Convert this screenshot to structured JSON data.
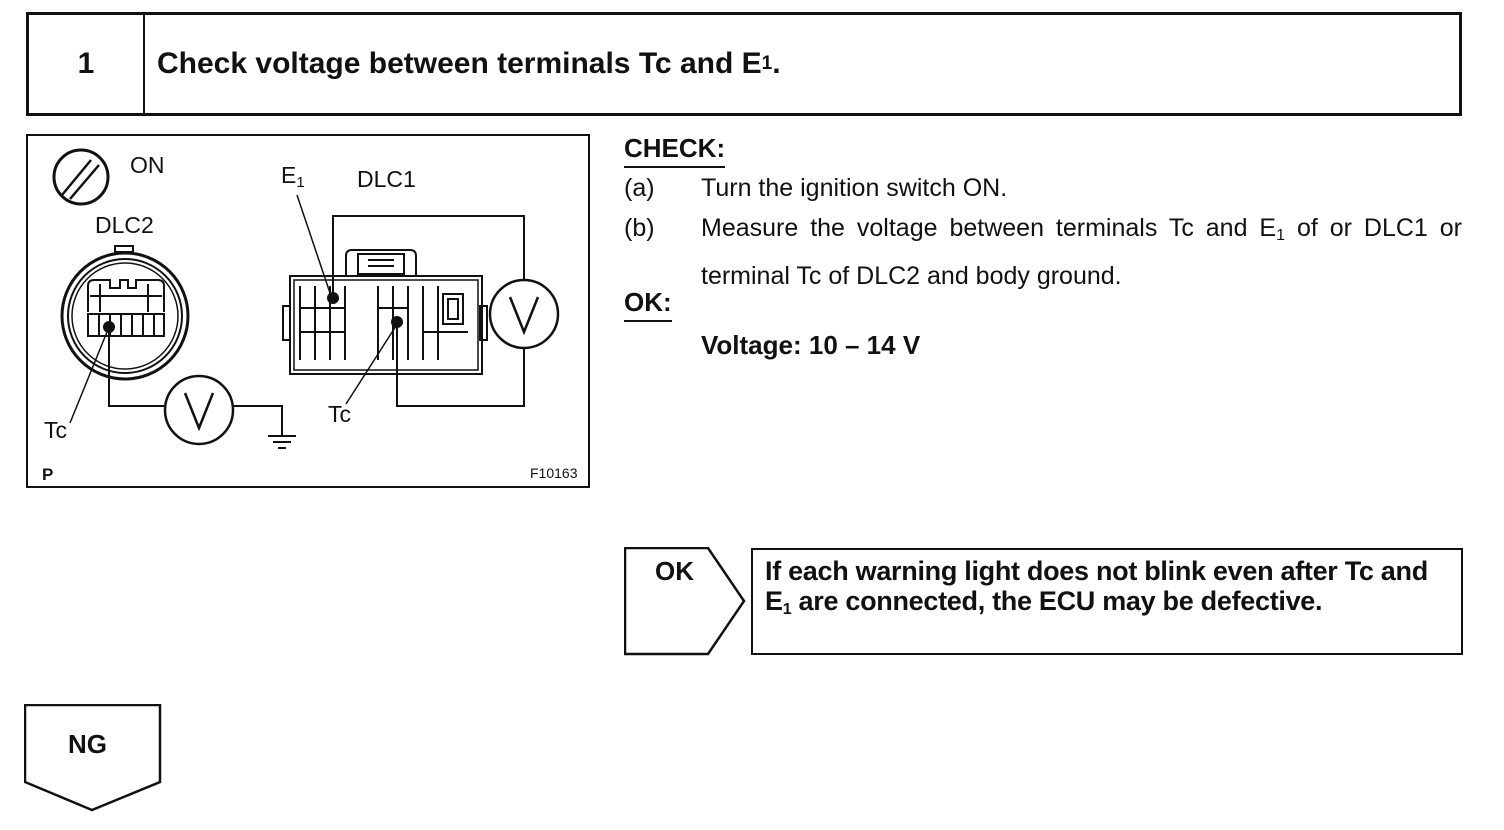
{
  "step": {
    "number": "1",
    "title_main": "Check voltage between terminals Tc and E",
    "title_sub": "1",
    "title_end": "."
  },
  "figure": {
    "labels": {
      "on": "ON",
      "dlc2": "DLC2",
      "dlc1": "DLC1",
      "e1_main": "E",
      "e1_sub": "1",
      "tc_left": "Tc",
      "tc_right": "Tc",
      "p": "P",
      "code": "F10163"
    },
    "icons": [
      "ignition-switch-icon",
      "voltmeter-icon",
      "ground-icon",
      "connector-icon"
    ]
  },
  "check": {
    "heading": "CHECK:",
    "items": [
      {
        "label": "(a)",
        "text": "Turn the ignition switch ON."
      },
      {
        "label": "(b)",
        "text_a": "Measure the voltage between terminals Tc and E",
        "sub": "1",
        "text_b": " of or DLC1 or terminal Tc of DLC2 and body ground."
      }
    ],
    "ok_heading": "OK:",
    "spec": "Voltage: 10 – 14 V"
  },
  "result": {
    "ok_label": "OK",
    "text_a": "If each warning light does not blink even after Tc and E",
    "sub": "1",
    "text_b": " are connected, the ECU may be defective."
  },
  "ng": {
    "label": "NG"
  }
}
